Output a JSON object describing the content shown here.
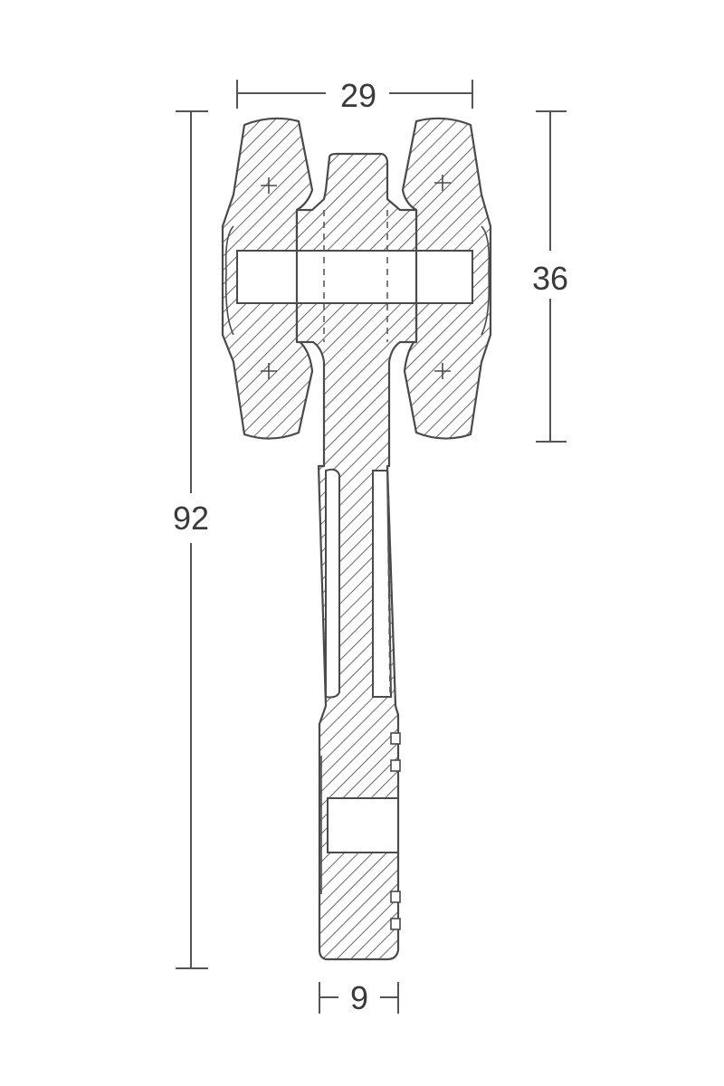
{
  "diagram": {
    "type": "mechanical cross-section drawing",
    "subject": "pulley/roller with hatched sectional views and dimension lines",
    "line_color": "#4a4a4a",
    "background": "#ffffff"
  },
  "dimensions": {
    "top_width": {
      "label": "29",
      "orientation": "horizontal"
    },
    "head_height": {
      "label": "36",
      "orientation": "vertical"
    },
    "total_height": {
      "label": "92",
      "orientation": "vertical"
    },
    "stem_width": {
      "label": "9",
      "orientation": "horizontal"
    }
  }
}
